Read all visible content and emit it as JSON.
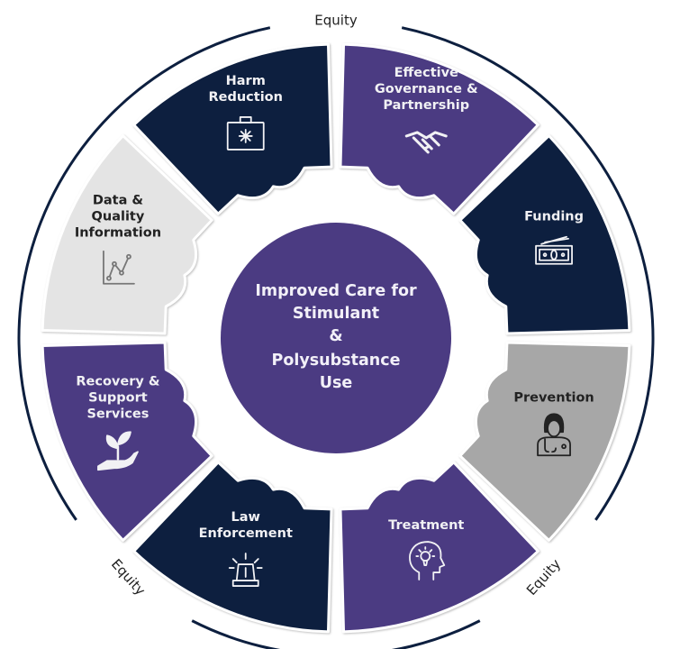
{
  "colors": {
    "navy": "#0d1f3f",
    "purple": "#4b3b82",
    "light_gray": "#e4e4e4",
    "mid_gray": "#a7a7a7",
    "ring": "#0d1f3f",
    "white_text": "#f1f1f4",
    "dark_text": "#222222"
  },
  "ring_label": "Equity",
  "equity_labels": [
    "Equity",
    "Equity",
    "Equity"
  ],
  "center": {
    "lines": [
      "Improved Care for",
      "Stimulant",
      "&",
      "Polysubstance",
      "Use"
    ]
  },
  "segments": [
    {
      "name": "effective-governance",
      "lines": [
        "Effective",
        "Governance &",
        "Partnership"
      ],
      "fill": "purple",
      "text": "light",
      "icon": "handshake-icon"
    },
    {
      "name": "funding",
      "lines": [
        "Funding"
      ],
      "fill": "navy",
      "text": "light",
      "icon": "money-icon"
    },
    {
      "name": "prevention",
      "lines": [
        "Prevention"
      ],
      "fill": "mid_gray",
      "text": "dark",
      "icon": "doctor-icon"
    },
    {
      "name": "treatment",
      "lines": [
        "Treatment"
      ],
      "fill": "purple",
      "text": "light",
      "icon": "head-lightbulb-icon"
    },
    {
      "name": "law-enforcement",
      "lines": [
        "Law",
        "Enforcement"
      ],
      "fill": "navy",
      "text": "light",
      "icon": "siren-icon"
    },
    {
      "name": "recovery-support",
      "lines": [
        "Recovery &",
        "Support",
        "Services"
      ],
      "fill": "purple",
      "text": "light",
      "icon": "plant-hand-icon"
    },
    {
      "name": "data-quality",
      "lines": [
        "Data &",
        "Quality",
        "Information"
      ],
      "fill": "light_gray",
      "text": "dark",
      "icon": "line-chart-icon"
    },
    {
      "name": "harm-reduction",
      "lines": [
        "Harm",
        "Reduction"
      ],
      "fill": "navy",
      "text": "light",
      "icon": "medical-kit-icon"
    }
  ]
}
